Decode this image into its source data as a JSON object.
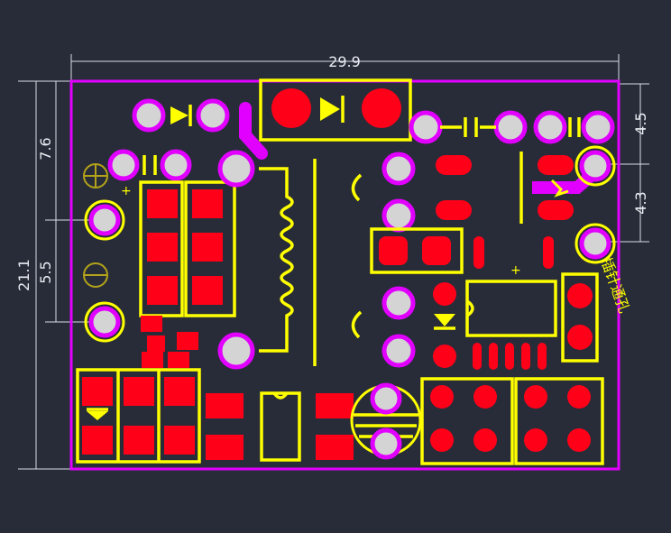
{
  "dimensions": {
    "width": "29.9",
    "height": "21.1",
    "left_upper": "7.6",
    "left_lower": "5.5",
    "right_upper": "4.5",
    "right_lower": "4.3"
  },
  "silkscreen_text": "插针通孔",
  "colors": {
    "background": "#272c38",
    "board_outline": "#e100ff",
    "silkscreen": "#ffff00",
    "smd_pad": "#ff0019",
    "through_hole_pad": "#d4d4d4",
    "dimension_line": "#d9dde6"
  }
}
